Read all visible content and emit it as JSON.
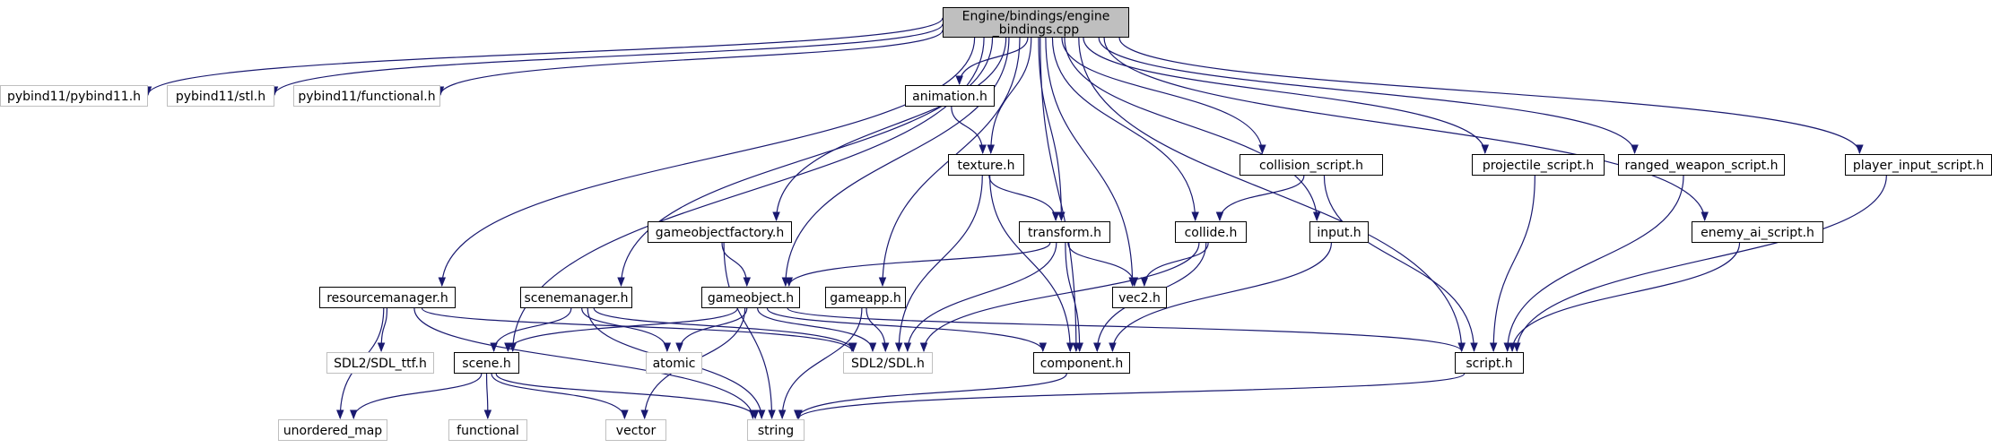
{
  "graph": {
    "root": {
      "id": "root",
      "lines": [
        "Engine/bindings/engine",
        "_bindings.cpp"
      ]
    },
    "nodes": [
      {
        "id": "pybind11",
        "label": "pybind11/pybind11.h",
        "external": true
      },
      {
        "id": "stl",
        "label": "pybind11/stl.h",
        "external": true
      },
      {
        "id": "functional_h",
        "label": "pybind11/functional.h",
        "external": true
      },
      {
        "id": "animation",
        "label": "animation.h",
        "external": false
      },
      {
        "id": "texture",
        "label": "texture.h",
        "external": false
      },
      {
        "id": "collision_script",
        "label": "collision_script.h",
        "external": false
      },
      {
        "id": "projectile_script",
        "label": "projectile_script.h",
        "external": false
      },
      {
        "id": "ranged_weapon_script",
        "label": "ranged_weapon_script.h",
        "external": false
      },
      {
        "id": "player_input_script",
        "label": "player_input_script.h",
        "external": false
      },
      {
        "id": "gameobjectfactory",
        "label": "gameobjectfactory.h",
        "external": false
      },
      {
        "id": "transform",
        "label": "transform.h",
        "external": false
      },
      {
        "id": "collide",
        "label": "collide.h",
        "external": false
      },
      {
        "id": "input",
        "label": "input.h",
        "external": false
      },
      {
        "id": "enemy_ai_script",
        "label": "enemy_ai_script.h",
        "external": false
      },
      {
        "id": "resourcemanager",
        "label": "resourcemanager.h",
        "external": false
      },
      {
        "id": "scenemanager",
        "label": "scenemanager.h",
        "external": false
      },
      {
        "id": "gameobject",
        "label": "gameobject.h",
        "external": false
      },
      {
        "id": "gameapp",
        "label": "gameapp.h",
        "external": false
      },
      {
        "id": "vec2",
        "label": "vec2.h",
        "external": false
      },
      {
        "id": "sdl_ttf",
        "label": "SDL2/SDL_ttf.h",
        "external": true
      },
      {
        "id": "scene",
        "label": "scene.h",
        "external": false
      },
      {
        "id": "atomic",
        "label": "atomic",
        "external": true
      },
      {
        "id": "sdl",
        "label": "SDL2/SDL.h",
        "external": true
      },
      {
        "id": "component",
        "label": "component.h",
        "external": false
      },
      {
        "id": "script",
        "label": "script.h",
        "external": false
      },
      {
        "id": "unordered_map",
        "label": "unordered_map",
        "external": true
      },
      {
        "id": "functional",
        "label": "functional",
        "external": true
      },
      {
        "id": "vector",
        "label": "vector",
        "external": true
      },
      {
        "id": "string",
        "label": "string",
        "external": true
      }
    ],
    "edges": [
      [
        "root",
        "pybind11"
      ],
      [
        "root",
        "stl"
      ],
      [
        "root",
        "functional_h"
      ],
      [
        "root",
        "animation"
      ],
      [
        "root",
        "texture"
      ],
      [
        "root",
        "collision_script"
      ],
      [
        "root",
        "projectile_script"
      ],
      [
        "root",
        "ranged_weapon_script"
      ],
      [
        "root",
        "player_input_script"
      ],
      [
        "root",
        "gameobjectfactory"
      ],
      [
        "root",
        "transform"
      ],
      [
        "root",
        "collide"
      ],
      [
        "root",
        "input"
      ],
      [
        "root",
        "enemy_ai_script"
      ],
      [
        "root",
        "resourcemanager"
      ],
      [
        "root",
        "scenemanager"
      ],
      [
        "root",
        "gameobject"
      ],
      [
        "root",
        "gameapp"
      ],
      [
        "root",
        "vec2"
      ],
      [
        "root",
        "scene"
      ],
      [
        "root",
        "component"
      ],
      [
        "root",
        "script"
      ],
      [
        "animation",
        "texture"
      ],
      [
        "texture",
        "transform"
      ],
      [
        "texture",
        "sdl"
      ],
      [
        "texture",
        "component"
      ],
      [
        "collision_script",
        "collide"
      ],
      [
        "collision_script",
        "script"
      ],
      [
        "projectile_script",
        "script"
      ],
      [
        "ranged_weapon_script",
        "script"
      ],
      [
        "player_input_script",
        "script"
      ],
      [
        "enemy_ai_script",
        "script"
      ],
      [
        "gameobjectfactory",
        "gameobject"
      ],
      [
        "gameobjectfactory",
        "string"
      ],
      [
        "transform",
        "gameobject"
      ],
      [
        "transform",
        "vec2"
      ],
      [
        "transform",
        "sdl"
      ],
      [
        "transform",
        "component"
      ],
      [
        "collide",
        "vec2"
      ],
      [
        "collide",
        "sdl"
      ],
      [
        "collide",
        "component"
      ],
      [
        "input",
        "component"
      ],
      [
        "resourcemanager",
        "sdl_ttf"
      ],
      [
        "resourcemanager",
        "unordered_map"
      ],
      [
        "resourcemanager",
        "string"
      ],
      [
        "resourcemanager",
        "sdl"
      ],
      [
        "scenemanager",
        "scene"
      ],
      [
        "scenemanager",
        "atomic"
      ],
      [
        "scenemanager",
        "string"
      ],
      [
        "scenemanager",
        "sdl"
      ],
      [
        "gameobject",
        "scene"
      ],
      [
        "gameobject",
        "atomic"
      ],
      [
        "gameobject",
        "vector"
      ],
      [
        "gameobject",
        "sdl"
      ],
      [
        "gameobject",
        "component"
      ],
      [
        "gameobject",
        "script"
      ],
      [
        "gameapp",
        "sdl"
      ],
      [
        "gameapp",
        "string"
      ],
      [
        "scene",
        "unordered_map"
      ],
      [
        "scene",
        "functional"
      ],
      [
        "scene",
        "vector"
      ],
      [
        "scene",
        "string"
      ],
      [
        "component",
        "string"
      ],
      [
        "script",
        "string"
      ]
    ]
  },
  "colors": {
    "edge": "#191970",
    "root_fill": "#bfbfbf",
    "node_border": "#000000",
    "external_border": "#bfbfbf",
    "text": "#000000"
  }
}
